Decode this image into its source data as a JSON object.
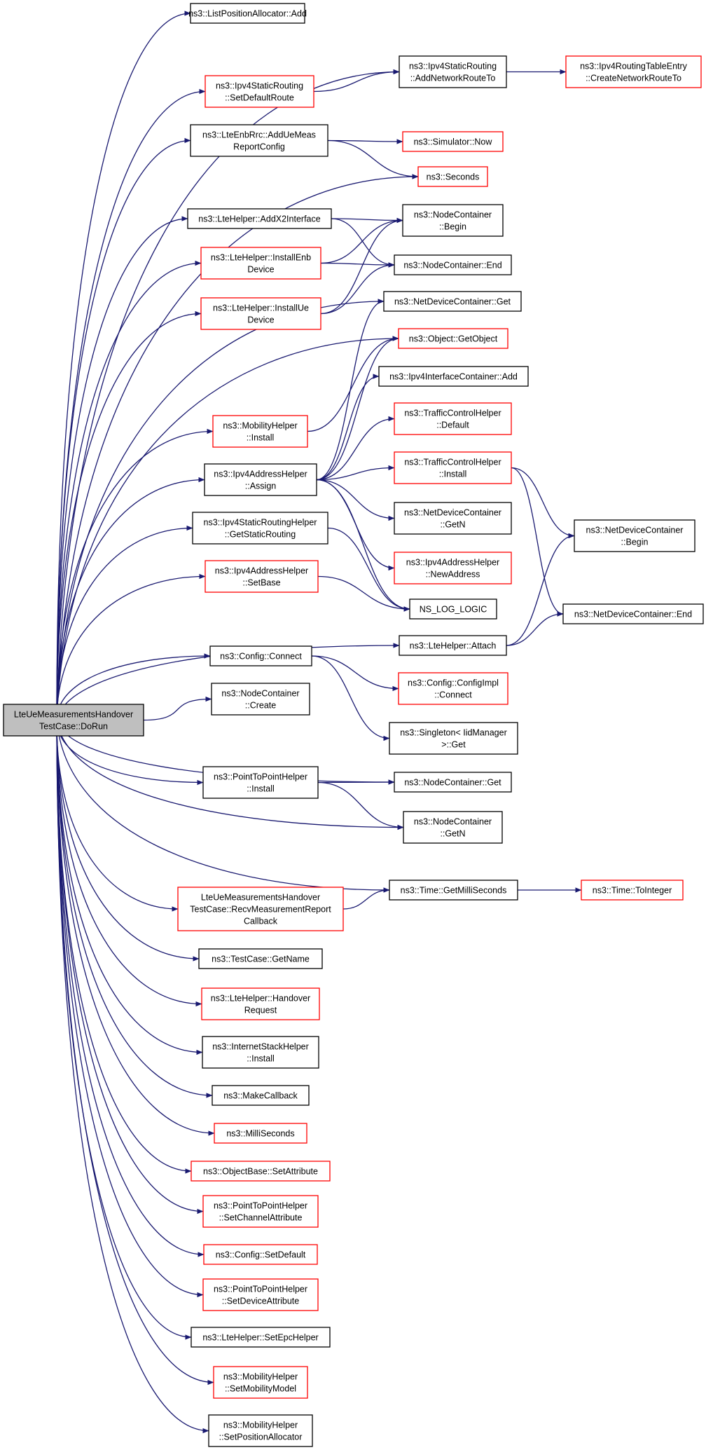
{
  "colors": {
    "edge": "#191970",
    "normal_border": "#000000",
    "red_border": "#ff0000",
    "root_fill": "#bfbfbf"
  },
  "nodes": [
    {
      "id": "root",
      "lines": [
        "LteUeMeasurementsHandover",
        "TestCase::DoRun"
      ],
      "style": "root"
    },
    {
      "id": "listpos_add",
      "lines": [
        "ns3::ListPositionAllocator::Add"
      ],
      "style": "black"
    },
    {
      "id": "ipv4sr_setdefault",
      "lines": [
        "ns3::Ipv4StaticRouting",
        "::SetDefaultRoute"
      ],
      "style": "red"
    },
    {
      "id": "ipv4sr_addnet",
      "lines": [
        "ns3::Ipv4StaticRouting",
        "::AddNetworkRouteTo"
      ],
      "style": "black"
    },
    {
      "id": "ipv4rte_create",
      "lines": [
        "ns3::Ipv4RoutingTableEntry",
        "::CreateNetworkRouteTo"
      ],
      "style": "red"
    },
    {
      "id": "enbrrc_addue",
      "lines": [
        "ns3::LteEnbRrc::AddUeMeas",
        "ReportConfig"
      ],
      "style": "black"
    },
    {
      "id": "sim_now",
      "lines": [
        "ns3::Simulator::Now"
      ],
      "style": "red"
    },
    {
      "id": "seconds",
      "lines": [
        "ns3::Seconds"
      ],
      "style": "red"
    },
    {
      "id": "ltehelper_addx2",
      "lines": [
        "ns3::LteHelper::AddX2Interface"
      ],
      "style": "black"
    },
    {
      "id": "nc_begin",
      "lines": [
        "ns3::NodeContainer",
        "::Begin"
      ],
      "style": "black"
    },
    {
      "id": "ltehelper_installenb",
      "lines": [
        "ns3::LteHelper::InstallEnb",
        "Device"
      ],
      "style": "red"
    },
    {
      "id": "nc_end",
      "lines": [
        "ns3::NodeContainer::End"
      ],
      "style": "black"
    },
    {
      "id": "ltehelper_installue",
      "lines": [
        "ns3::LteHelper::InstallUe",
        "Device"
      ],
      "style": "red"
    },
    {
      "id": "ndc_get",
      "lines": [
        "ns3::NetDeviceContainer::Get"
      ],
      "style": "black"
    },
    {
      "id": "obj_getobject",
      "lines": [
        "ns3::Object::GetObject"
      ],
      "style": "red"
    },
    {
      "id": "ipv4ic_add",
      "lines": [
        "ns3::Ipv4InterfaceContainer::Add"
      ],
      "style": "black"
    },
    {
      "id": "mobility_install",
      "lines": [
        "ns3::MobilityHelper",
        "::Install"
      ],
      "style": "red"
    },
    {
      "id": "tch_default",
      "lines": [
        "ns3::TrafficControlHelper",
        "::Default"
      ],
      "style": "red"
    },
    {
      "id": "ipv4ah_assign",
      "lines": [
        "ns3::Ipv4AddressHelper",
        "::Assign"
      ],
      "style": "black"
    },
    {
      "id": "tch_install",
      "lines": [
        "ns3::TrafficControlHelper",
        "::Install"
      ],
      "style": "red"
    },
    {
      "id": "ndc_getn",
      "lines": [
        "ns3::NetDeviceContainer",
        "::GetN"
      ],
      "style": "black"
    },
    {
      "id": "ndc_begin",
      "lines": [
        "ns3::NetDeviceContainer",
        "::Begin"
      ],
      "style": "black"
    },
    {
      "id": "ipv4srh_getstatic",
      "lines": [
        "ns3::Ipv4StaticRoutingHelper",
        "::GetStaticRouting"
      ],
      "style": "black"
    },
    {
      "id": "ipv4ah_newaddr",
      "lines": [
        "ns3::Ipv4AddressHelper",
        "::NewAddress"
      ],
      "style": "red"
    },
    {
      "id": "ipv4ah_setbase",
      "lines": [
        "ns3::Ipv4AddressHelper",
        "::SetBase"
      ],
      "style": "red"
    },
    {
      "id": "ns_log_logic",
      "lines": [
        "NS_LOG_LOGIC"
      ],
      "style": "black"
    },
    {
      "id": "ndc_end",
      "lines": [
        "ns3::NetDeviceContainer::End"
      ],
      "style": "black"
    },
    {
      "id": "ltehelper_attach",
      "lines": [
        "ns3::LteHelper::Attach"
      ],
      "style": "black"
    },
    {
      "id": "config_connect",
      "lines": [
        "ns3::Config::Connect"
      ],
      "style": "black"
    },
    {
      "id": "configimpl_connect",
      "lines": [
        "ns3::Config::ConfigImpl",
        "::Connect"
      ],
      "style": "red"
    },
    {
      "id": "nc_create",
      "lines": [
        "ns3::NodeContainer",
        "::Create"
      ],
      "style": "black"
    },
    {
      "id": "singleton_get",
      "lines": [
        "ns3::Singleton< IidManager",
        ">::Get"
      ],
      "style": "black"
    },
    {
      "id": "p2p_install",
      "lines": [
        "ns3::PointToPointHelper",
        "::Install"
      ],
      "style": "black"
    },
    {
      "id": "nc_get",
      "lines": [
        "ns3::NodeContainer::Get"
      ],
      "style": "black"
    },
    {
      "id": "nc_getn",
      "lines": [
        "ns3::NodeContainer",
        "::GetN"
      ],
      "style": "black"
    },
    {
      "id": "recv_cb",
      "lines": [
        "LteUeMeasurementsHandover",
        "TestCase::RecvMeasurementReport",
        "Callback"
      ],
      "style": "red"
    },
    {
      "id": "time_getms",
      "lines": [
        "ns3::Time::GetMilliSeconds"
      ],
      "style": "black"
    },
    {
      "id": "time_toint",
      "lines": [
        "ns3::Time::ToInteger"
      ],
      "style": "red"
    },
    {
      "id": "testcase_getname",
      "lines": [
        "ns3::TestCase::GetName"
      ],
      "style": "black"
    },
    {
      "id": "ltehelper_handover",
      "lines": [
        "ns3::LteHelper::Handover",
        "Request"
      ],
      "style": "red"
    },
    {
      "id": "ish_install",
      "lines": [
        "ns3::InternetStackHelper",
        "::Install"
      ],
      "style": "black"
    },
    {
      "id": "makecallback",
      "lines": [
        "ns3::MakeCallback"
      ],
      "style": "black"
    },
    {
      "id": "milliseconds",
      "lines": [
        "ns3::MilliSeconds"
      ],
      "style": "red"
    },
    {
      "id": "objbase_setattr",
      "lines": [
        "ns3::ObjectBase::SetAttribute"
      ],
      "style": "red"
    },
    {
      "id": "p2p_setchannel",
      "lines": [
        "ns3::PointToPointHelper",
        "::SetChannelAttribute"
      ],
      "style": "red"
    },
    {
      "id": "config_setdefault",
      "lines": [
        "ns3::Config::SetDefault"
      ],
      "style": "red"
    },
    {
      "id": "p2p_setdevice",
      "lines": [
        "ns3::PointToPointHelper",
        "::SetDeviceAttribute"
      ],
      "style": "red"
    },
    {
      "id": "ltehelper_setepc",
      "lines": [
        "ns3::LteHelper::SetEpcHelper"
      ],
      "style": "black"
    },
    {
      "id": "mobility_setmodel",
      "lines": [
        "ns3::MobilityHelper",
        "::SetMobilityModel"
      ],
      "style": "red"
    },
    {
      "id": "mobility_setposalloc",
      "lines": [
        "ns3::MobilityHelper",
        "::SetPositionAllocator"
      ],
      "style": "black"
    }
  ],
  "edges": [
    [
      "root",
      "listpos_add"
    ],
    [
      "root",
      "ipv4sr_setdefault"
    ],
    [
      "root",
      "ipv4sr_addnet"
    ],
    [
      "ipv4sr_setdefault",
      "ipv4sr_addnet"
    ],
    [
      "ipv4sr_addnet",
      "ipv4rte_create"
    ],
    [
      "root",
      "enbrrc_addue"
    ],
    [
      "enbrrc_addue",
      "sim_now"
    ],
    [
      "enbrrc_addue",
      "seconds"
    ],
    [
      "root",
      "seconds"
    ],
    [
      "root",
      "ltehelper_addx2"
    ],
    [
      "ltehelper_addx2",
      "nc_begin"
    ],
    [
      "ltehelper_addx2",
      "nc_end"
    ],
    [
      "root",
      "ltehelper_installenb"
    ],
    [
      "ltehelper_installenb",
      "nc_begin"
    ],
    [
      "ltehelper_installenb",
      "nc_end"
    ],
    [
      "root",
      "ltehelper_installue"
    ],
    [
      "ltehelper_installue",
      "nc_begin"
    ],
    [
      "ltehelper_installue",
      "nc_end"
    ],
    [
      "root",
      "ndc_get"
    ],
    [
      "root",
      "obj_getobject"
    ],
    [
      "root",
      "mobility_install"
    ],
    [
      "mobility_install",
      "obj_getobject"
    ],
    [
      "root",
      "ipv4ah_assign"
    ],
    [
      "ipv4ah_assign",
      "ndc_get"
    ],
    [
      "ipv4ah_assign",
      "obj_getobject"
    ],
    [
      "ipv4ah_assign",
      "ipv4ic_add"
    ],
    [
      "ipv4ah_assign",
      "tch_default"
    ],
    [
      "ipv4ah_assign",
      "tch_install"
    ],
    [
      "ipv4ah_assign",
      "ndc_getn"
    ],
    [
      "ipv4ah_assign",
      "ipv4ah_newaddr"
    ],
    [
      "ipv4ah_assign",
      "ns_log_logic"
    ],
    [
      "tch_install",
      "ndc_begin"
    ],
    [
      "tch_install",
      "ndc_end"
    ],
    [
      "root",
      "ipv4srh_getstatic"
    ],
    [
      "ipv4srh_getstatic",
      "ns_log_logic"
    ],
    [
      "root",
      "ipv4ah_setbase"
    ],
    [
      "ipv4ah_setbase",
      "ns_log_logic"
    ],
    [
      "root",
      "ltehelper_attach"
    ],
    [
      "ltehelper_attach",
      "ndc_begin"
    ],
    [
      "ltehelper_attach",
      "ndc_end"
    ],
    [
      "root",
      "config_connect"
    ],
    [
      "config_connect",
      "configimpl_connect"
    ],
    [
      "config_connect",
      "singleton_get"
    ],
    [
      "root",
      "nc_create"
    ],
    [
      "root",
      "nc_get"
    ],
    [
      "root",
      "p2p_install"
    ],
    [
      "p2p_install",
      "nc_get"
    ],
    [
      "p2p_install",
      "nc_getn"
    ],
    [
      "root",
      "nc_getn"
    ],
    [
      "root",
      "time_getms"
    ],
    [
      "root",
      "recv_cb"
    ],
    [
      "recv_cb",
      "time_getms"
    ],
    [
      "time_getms",
      "time_toint"
    ],
    [
      "root",
      "testcase_getname"
    ],
    [
      "root",
      "ltehelper_handover"
    ],
    [
      "root",
      "ish_install"
    ],
    [
      "root",
      "makecallback"
    ],
    [
      "root",
      "milliseconds"
    ],
    [
      "root",
      "objbase_setattr"
    ],
    [
      "root",
      "p2p_setchannel"
    ],
    [
      "root",
      "config_setdefault"
    ],
    [
      "root",
      "p2p_setdevice"
    ],
    [
      "root",
      "ltehelper_setepc"
    ],
    [
      "root",
      "mobility_setmodel"
    ],
    [
      "root",
      "mobility_setposalloc"
    ]
  ]
}
